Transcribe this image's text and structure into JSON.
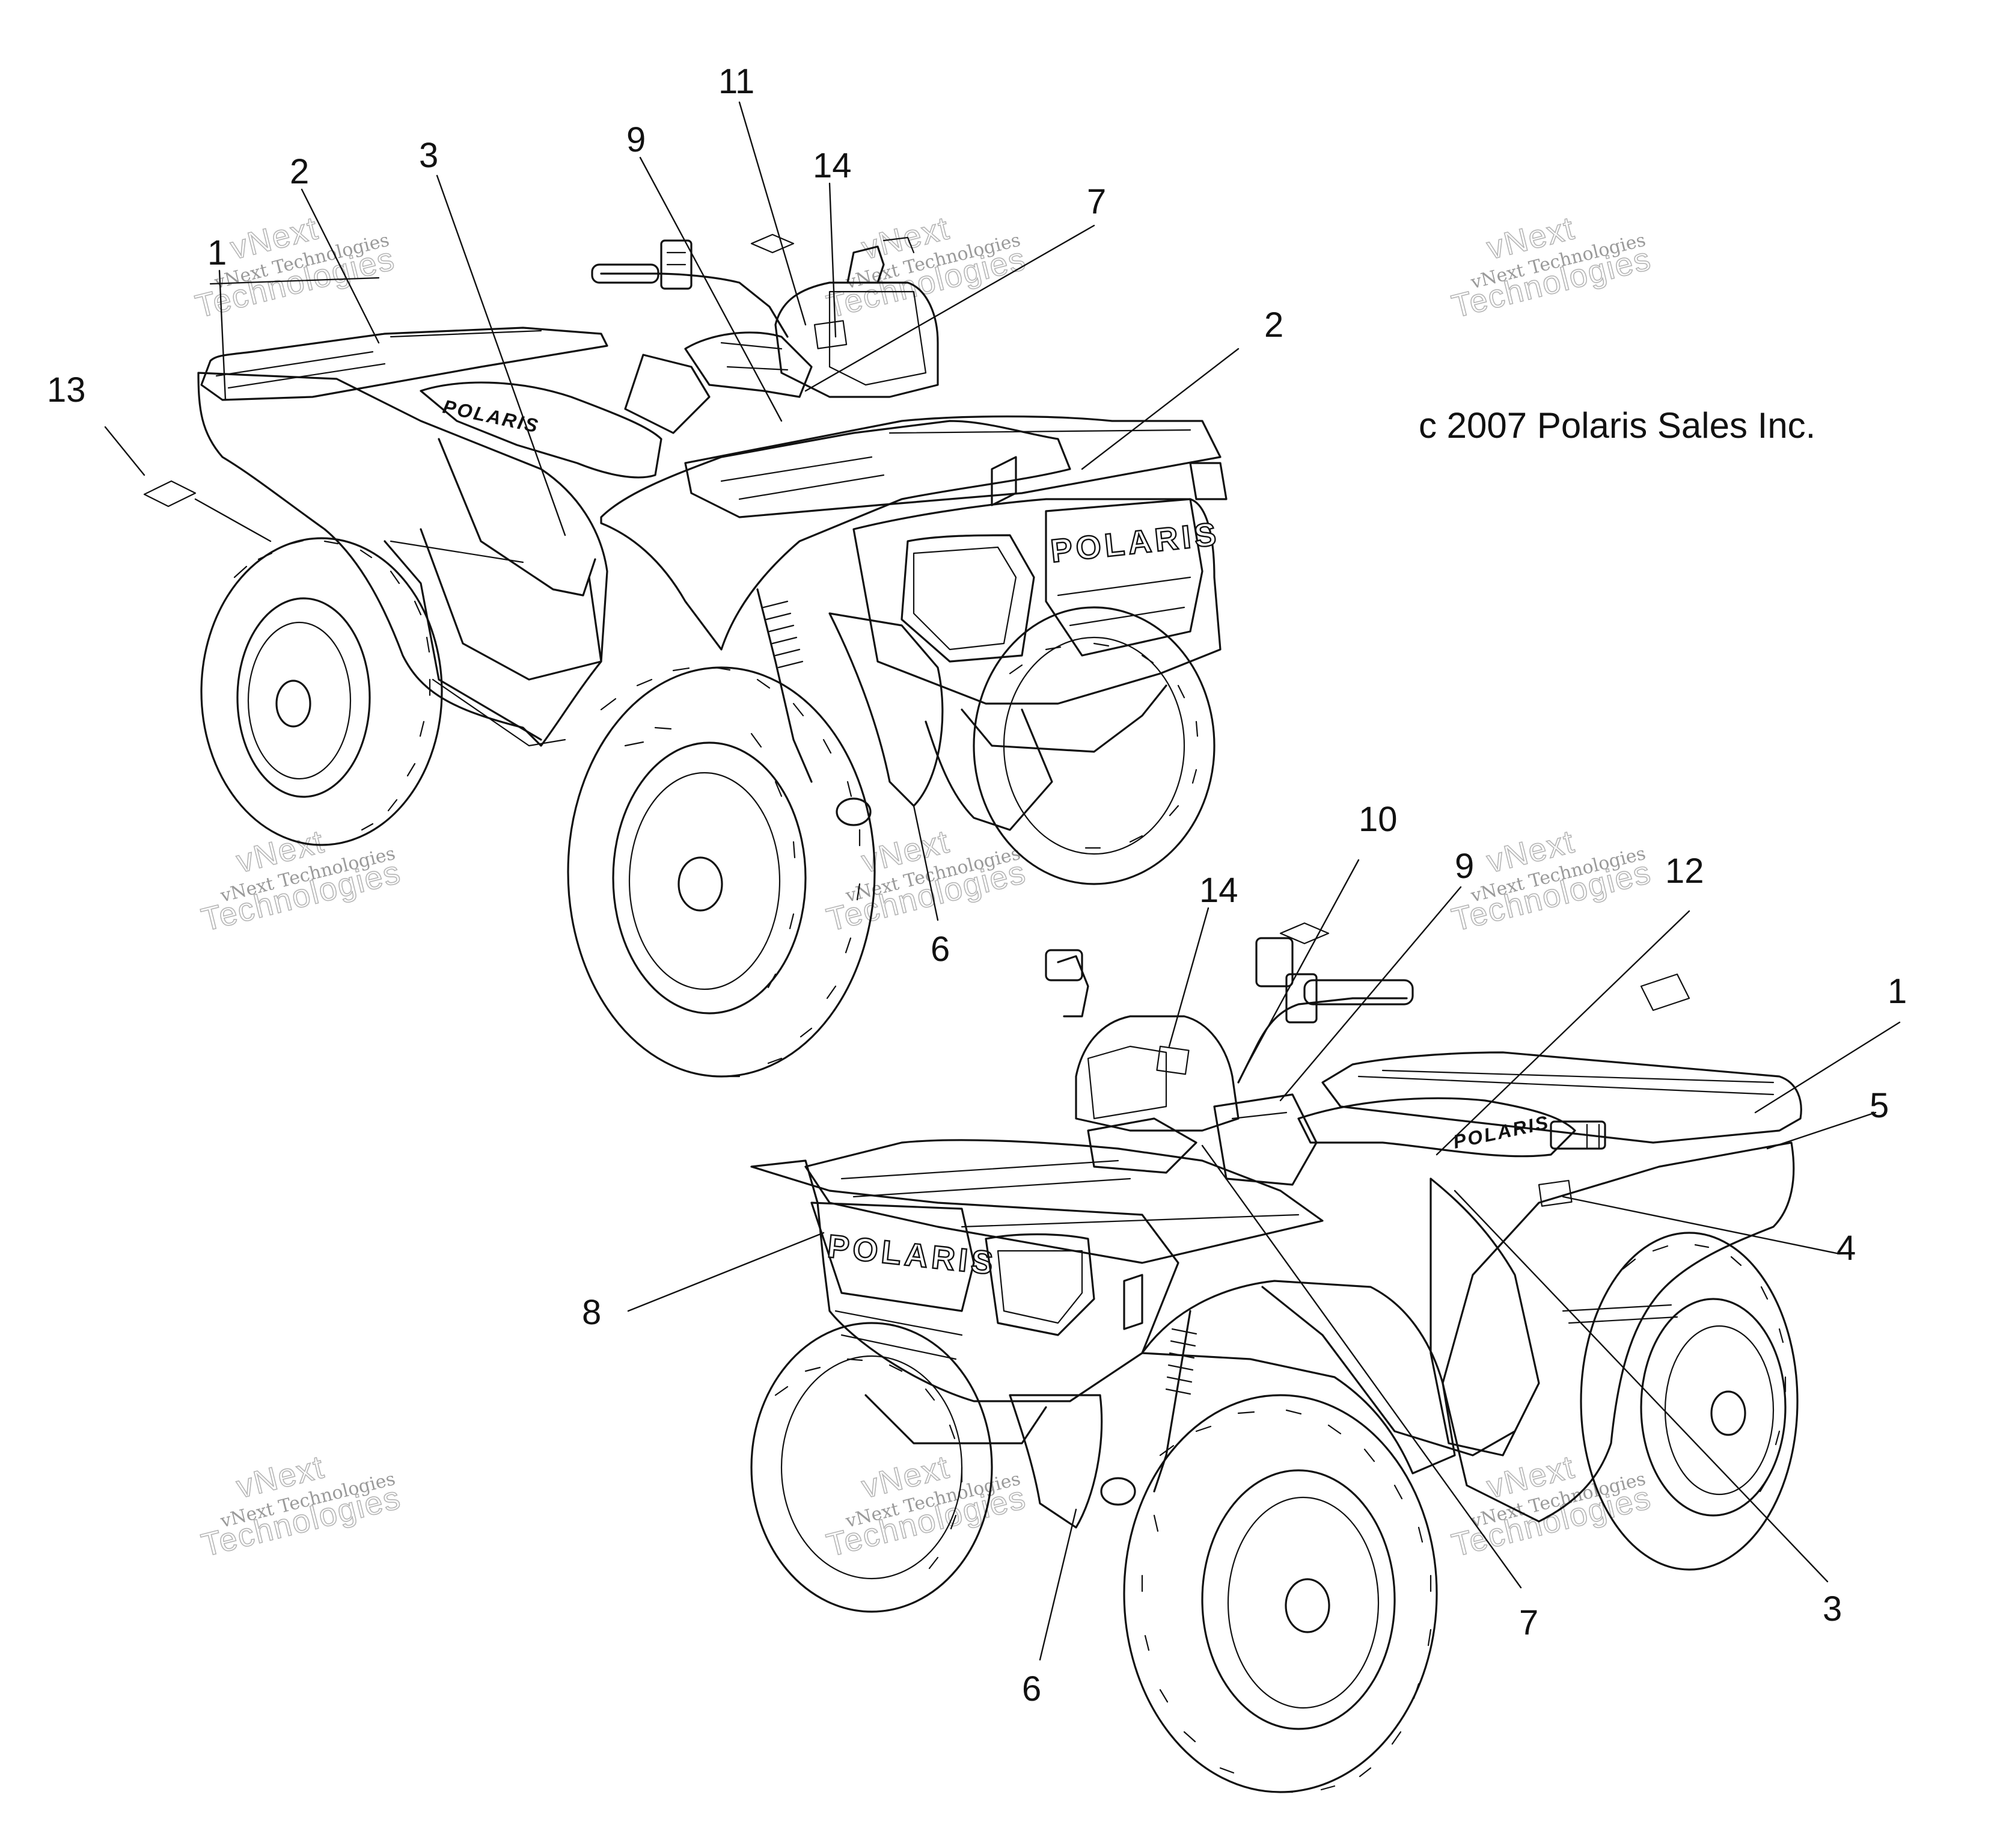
{
  "copyright": "c 2007 Polaris Sales Inc.",
  "brand": {
    "seat_decal": "POLARIS",
    "front_grille": "POLARIS"
  },
  "watermark": {
    "line1": "vNext Technologies",
    "line2": "vNext",
    "line3": "Technologies"
  },
  "callouts": {
    "upper_1": "1",
    "upper_2_rack": "2",
    "upper_3": "3",
    "upper_9": "9",
    "upper_11": "11",
    "upper_14": "14",
    "upper_7": "7",
    "upper_2_front": "2",
    "upper_13": "13",
    "upper_6": "6",
    "lower_10": "10",
    "lower_14": "14",
    "lower_9": "9",
    "lower_12": "12",
    "lower_1": "1",
    "lower_5": "5",
    "lower_4": "4",
    "lower_8": "8",
    "lower_3": "3",
    "lower_7": "7",
    "lower_6": "6"
  }
}
